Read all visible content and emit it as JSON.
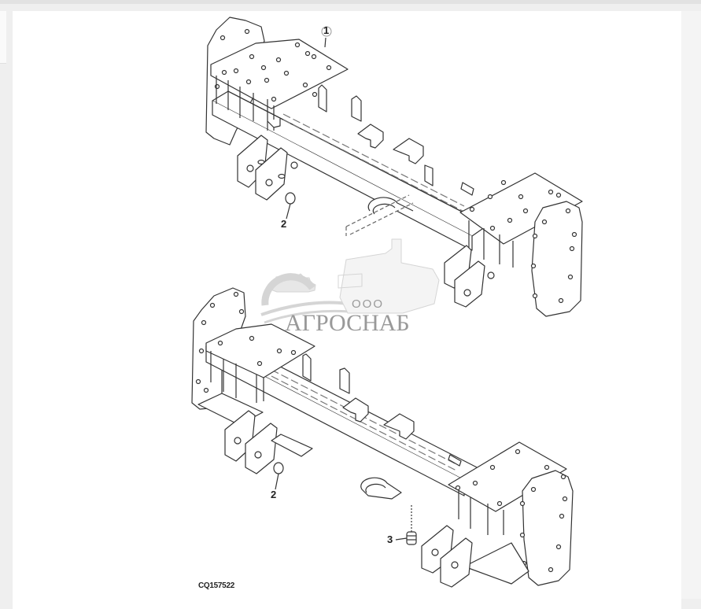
{
  "diagram": {
    "figure_code": "CQ157522",
    "callouts": [
      {
        "label": "1",
        "target": "frame-assembly-upper"
      },
      {
        "label": "2",
        "target": "bushing-upper"
      },
      {
        "label": "2",
        "target": "bushing-lower"
      },
      {
        "label": "3",
        "target": "spring-lower"
      }
    ],
    "views": [
      "upper-frame-view",
      "lower-frame-view"
    ]
  },
  "watermark": {
    "prefix": "ООО",
    "name": "АГРОСНАБ"
  },
  "colors": {
    "page_bg": "#efefef",
    "panel_bg": "#ffffff",
    "line": "#333333",
    "watermark": "#9a9a9a"
  }
}
